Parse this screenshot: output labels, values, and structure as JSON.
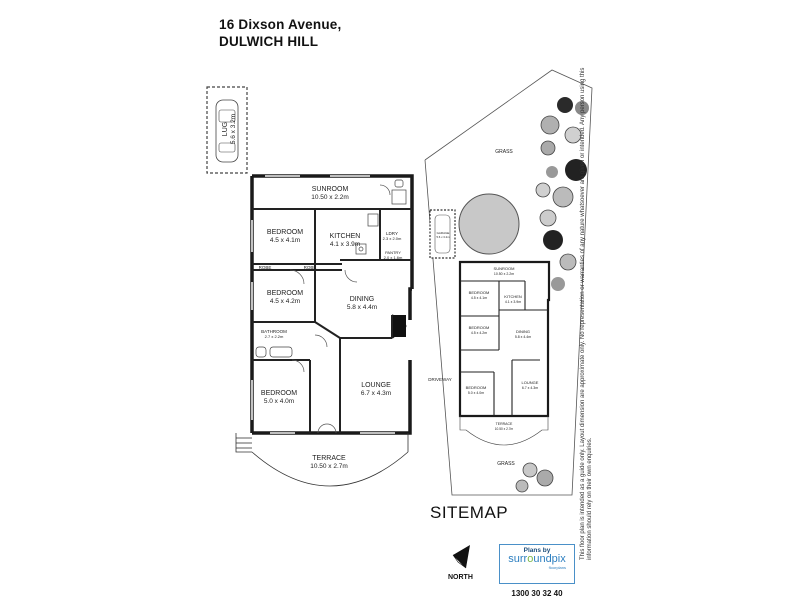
{
  "address": {
    "line1": "16 Dixson Avenue,",
    "line2": "DULWICH HILL"
  },
  "garage": {
    "name": "LUG",
    "dims": "5.6 x 3.2m"
  },
  "rooms": {
    "sunroom": {
      "name": "SUNROOM",
      "dims": "10.50 x 2.2m"
    },
    "bedroom1": {
      "name": "BEDROOM",
      "dims": "4.5 x 4.1m"
    },
    "kitchen": {
      "name": "KITCHEN",
      "dims": "4.1 x 3.9m"
    },
    "ldry": {
      "name": "LDRY",
      "dims": "2.3 x 2.0m"
    },
    "pantry": {
      "name": "PANTRY",
      "dims": "2.0 x 1.6m"
    },
    "robe1": "ROBE",
    "robe2": "ROBE",
    "bedroom2": {
      "name": "BEDROOM",
      "dims": "4.5 x 4.2m"
    },
    "dining": {
      "name": "DINING",
      "dims": "5.8 x 4.4m"
    },
    "bathroom": {
      "name": "BATHROOM",
      "dims": "2.7 x 2.2m"
    },
    "bedroom3": {
      "name": "BEDROOM",
      "dims": "5.0 x 4.0m"
    },
    "lounge": {
      "name": "LOUNGE",
      "dims": "6.7 x 4.3m"
    },
    "terrace": {
      "name": "TERRACE",
      "dims": "10.50 x 2.7m"
    }
  },
  "site": {
    "grass_top": "GRASS",
    "grass_bottom": "GRASS",
    "driveway": "DRIVEWAY",
    "garage": {
      "name": "GARAGE",
      "dims": "5.6 x 3.2m"
    },
    "sunroom": {
      "name": "SUNROOM",
      "dims": "10.50 x 2.2m"
    },
    "bedroom1": {
      "name": "BEDROOM",
      "dims": "4.5 x 4.1m"
    },
    "kitchen": {
      "name": "KITCHEN",
      "dims": "4.1 x 3.9m"
    },
    "bedroom2": {
      "name": "BEDROOM",
      "dims": "4.5 x 4.2m"
    },
    "dining": {
      "name": "DINING",
      "dims": "5.8 x 4.4m"
    },
    "bedroom3": {
      "name": "BEDROOM",
      "dims": "5.0 x 4.0m"
    },
    "lounge": {
      "name": "LOUNGE",
      "dims": "6.7 x 4.3m"
    },
    "terrace": {
      "name": "TERRACE",
      "dims": "10.50 x 2.7m"
    }
  },
  "sitemap_label": "SITEMAP",
  "north_label": "NORTH",
  "logo": {
    "by": "Plans by",
    "brand_a": "surr",
    "brand_b": "o",
    "brand_c": "undpix",
    "sub": "floorplans",
    "phone": "1300 30 32 40"
  },
  "disclaimer": "This floor plan is intended as a guide only. Layout dimension are approximate only. No representation or warranties of any nature whatsoever are given or intended. Any person using this information should rely on their own enquiries."
}
